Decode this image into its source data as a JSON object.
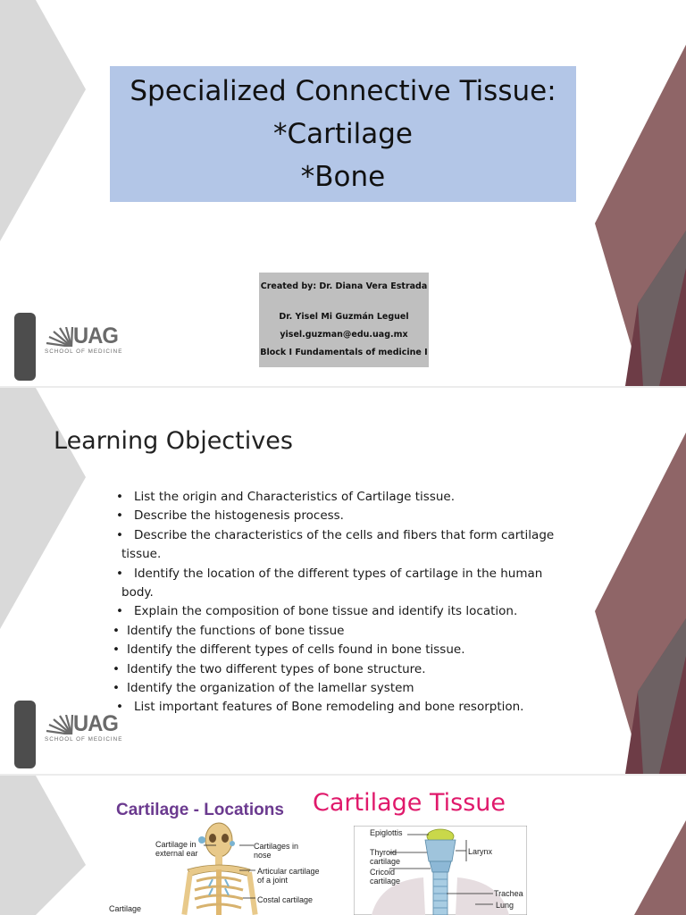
{
  "colors": {
    "title_box": "#b3c6e7",
    "credits_box": "#bfbfbf",
    "chevron_gray": "#d9d9d9",
    "maroon": "#8f6567",
    "maroon_dark": "#6d3c46",
    "gray_dark": "#6e6e6e",
    "heading_purple": "#6b3a8f",
    "title_pink": "#e0196b"
  },
  "slide1": {
    "title_lines": [
      "Specialized Connective Tissue:",
      "*Cartilage",
      "*Bone"
    ],
    "credits": {
      "created_by": "Created by: Dr. Diana Vera Estrada",
      "presenter": "Dr. Yisel Mi Guzmán Leguel",
      "email": "yisel.guzman@edu.uag.mx",
      "block": "Block I Fundamentals of medicine I"
    },
    "logo": {
      "name": "UAG",
      "subtitle": "SCHOOL OF MEDICINE",
      "icon": "uag-fan-icon"
    }
  },
  "slide2": {
    "heading": "Learning Objectives",
    "objectives": [
      "List the origin and Characteristics of Cartilage tissue.",
      "Describe the histogenesis process.",
      "Describe the characteristics of the cells and fibers that form cartilage",
      "tissue.",
      "Identify the location of the different types of cartilage in the human",
      "body.",
      "Explain the composition of bone tissue and identify its location.",
      "Identify the functions of bone tissue",
      "Identify the different types of cells found in bone tissue.",
      "Identify the two different types of bone structure.",
      "Identify the organization of the lamellar system",
      "List important features of Bone remodeling and bone resorption."
    ],
    "logo": {
      "name": "UAG",
      "subtitle": "SCHOOL OF MEDICINE",
      "icon": "uag-fan-icon"
    }
  },
  "slide3": {
    "heading": "Cartilage - Locations",
    "title": "Cartilage Tissue",
    "figure_left_labels": {
      "ear": "Cartilage in external ear",
      "nose": "Cartilages in nose",
      "joint": "Articular cartilage of a joint",
      "costal": "Costal cartilage",
      "bottom": "Cartilage"
    },
    "figure_right_labels": {
      "epiglottis": "Epiglottis",
      "thyroid": "Thyroid cartilage",
      "cricoid": "Cricoid cartilage",
      "larynx": "Larynx",
      "trachea": "Trachea",
      "lung": "Lung"
    }
  }
}
